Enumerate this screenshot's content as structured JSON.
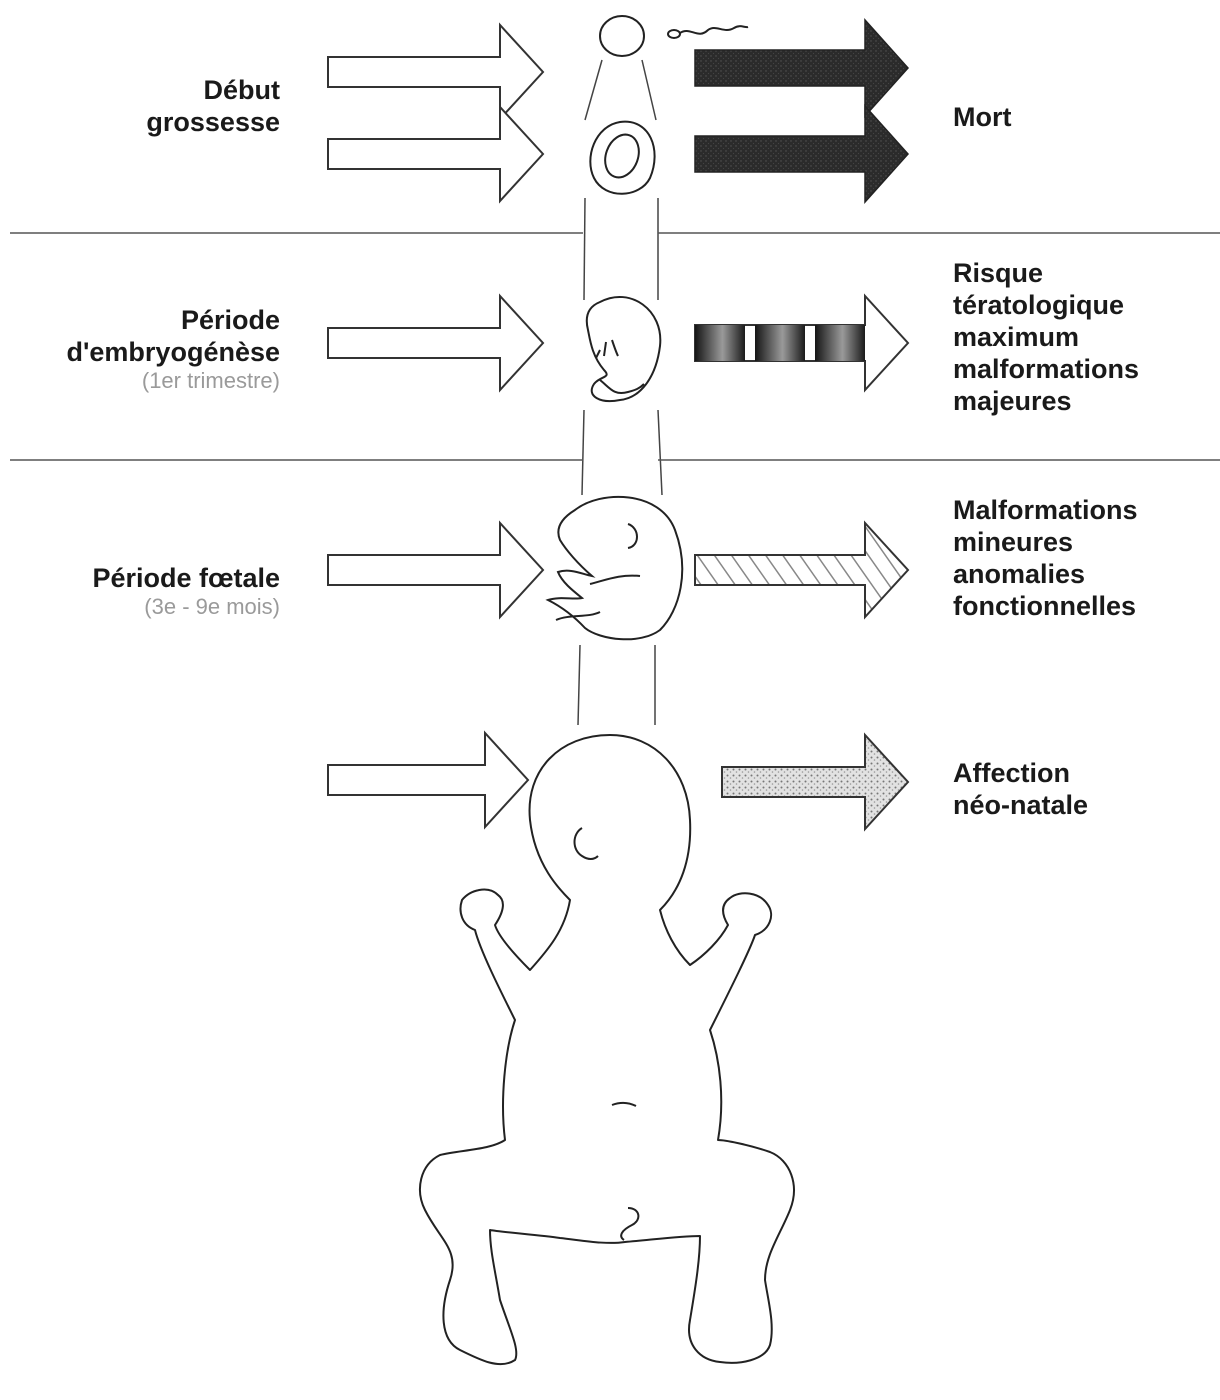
{
  "stages": [
    {
      "id": "debut",
      "left_label": [
        "Début",
        "grossesse"
      ],
      "left_sub": "",
      "right_label": [
        "Mort"
      ],
      "effect_style": "solid-dark"
    },
    {
      "id": "embryo",
      "left_label": [
        "Période",
        "d'embryogénèse"
      ],
      "left_sub": "(1er trimestre)",
      "right_label": [
        "Risque",
        "tératologique",
        "maximum",
        "malformations",
        "majeures"
      ],
      "effect_style": "gradient-blocks"
    },
    {
      "id": "foetal",
      "left_label": [
        "Période fœtale"
      ],
      "left_sub": "(3e - 9e mois)",
      "right_label": [
        "Malformations",
        "mineures",
        "anomalies",
        "fonctionnelles"
      ],
      "effect_style": "hatched"
    },
    {
      "id": "birth",
      "left_label": [],
      "left_sub": "",
      "right_label": [
        "Affection",
        "néo-natale"
      ],
      "effect_style": "stippled"
    }
  ],
  "colors": {
    "line": "#333333",
    "dark_arrow": "#2a2a2a",
    "separator": "#555555",
    "sub_text": "#9a9a9a"
  }
}
